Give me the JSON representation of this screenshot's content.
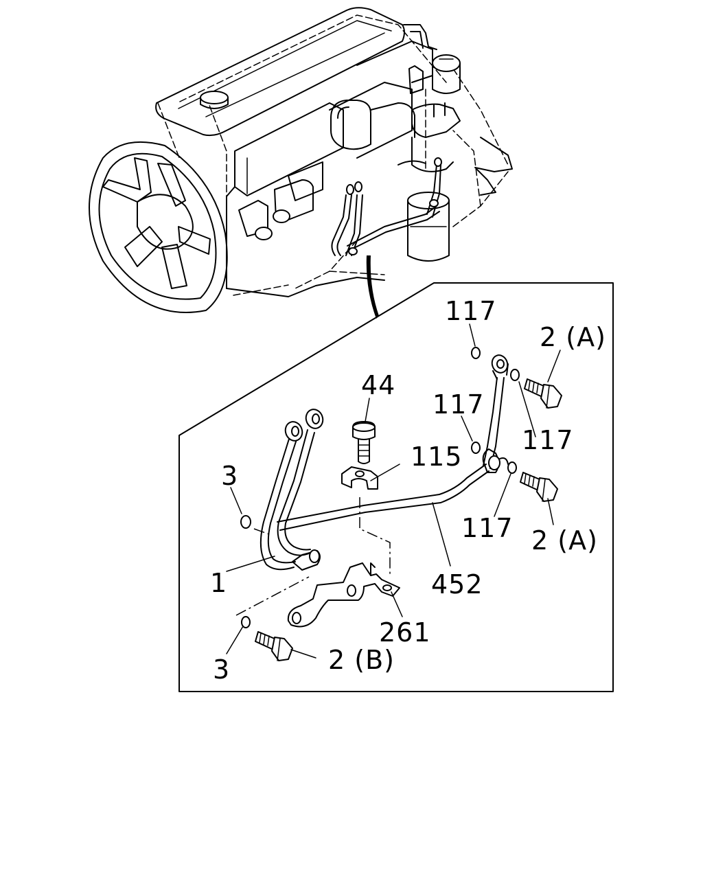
{
  "callouts": {
    "c117_top": "117",
    "c2a_top": "2 (A)",
    "c44": "44",
    "c117_mid": "117",
    "c117_right": "117",
    "c115": "115",
    "c3_top": "3",
    "c117_low": "117",
    "c2a_low": "2 (A)",
    "c1": "1",
    "c452": "452",
    "c261": "261",
    "c3_bot": "3",
    "c2b": "2 (B)"
  },
  "colors": {
    "line": "#000000",
    "background": "#ffffff"
  }
}
